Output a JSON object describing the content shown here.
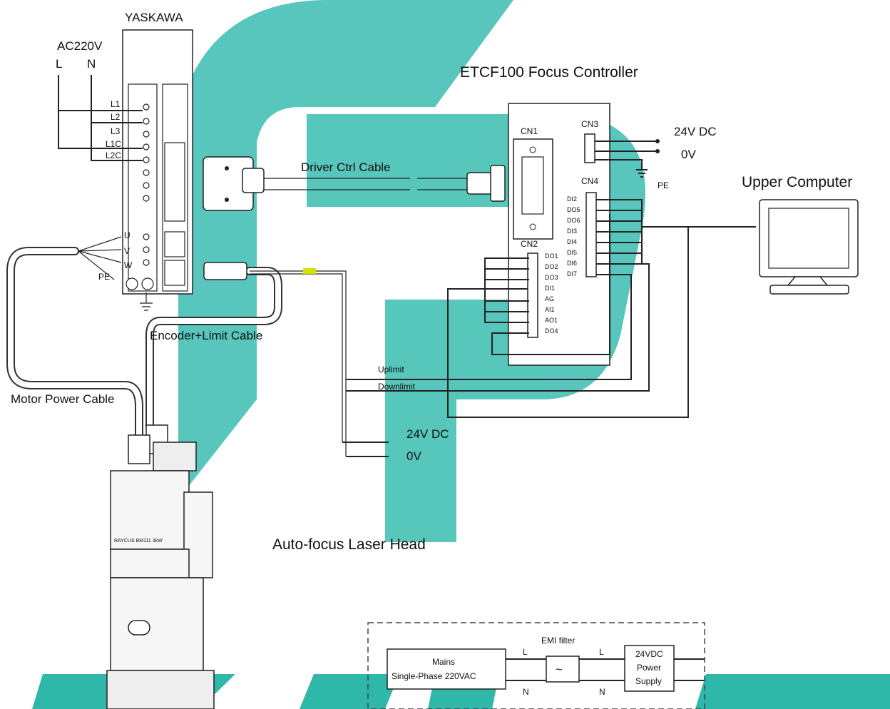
{
  "watermark": {
    "color": "#4fc3b8",
    "bottom_color": "#2fb7aa"
  },
  "servo_driver": {
    "brand": "YASKAWA",
    "supply": "AC220V",
    "supply_l": "L",
    "supply_n": "N",
    "terminals": [
      "L1",
      "L2",
      "L3",
      "L1C",
      "L2C"
    ],
    "motor_terminals": [
      "U",
      "V",
      "W"
    ],
    "pe": "PE"
  },
  "controller": {
    "title": "ETCF100 Focus Controller",
    "cn1": "CN1",
    "cn2": "CN2",
    "cn3": "CN3",
    "cn4": "CN4",
    "cn3_labels": [
      "24V DC",
      "0V",
      "PE"
    ],
    "cn4_pins": [
      "DI2",
      "DO5",
      "DO6",
      "DI3",
      "DI4",
      "DI5",
      "DI6",
      "DI7"
    ],
    "cn2_pins": [
      "DO1",
      "DO2",
      "DO3",
      "DI1",
      "AG",
      "AI1",
      "AO1",
      "DO4"
    ]
  },
  "cables": {
    "driver_ctrl": "Driver Ctrl Cable",
    "encoder_limit": "Encoder+Limit Cable",
    "motor_power": "Motor Power Cable"
  },
  "limits": {
    "up": "Uplimit",
    "down": "Downlimit",
    "dc24": "24V DC",
    "zero": "0V"
  },
  "upper_computer": "Upper Computer",
  "laser_head": {
    "label": "Auto-focus Laser Head",
    "plate": "RAYCUS BM111 3kW"
  },
  "power_box": {
    "mains_line1": "Mains",
    "mains_line2": "Single-Phase 220VAC",
    "emi": "EMI filter",
    "l": "L",
    "n": "N",
    "psu_line1": "24VDC",
    "psu_line2": "Power",
    "psu_line3": "Supply"
  }
}
